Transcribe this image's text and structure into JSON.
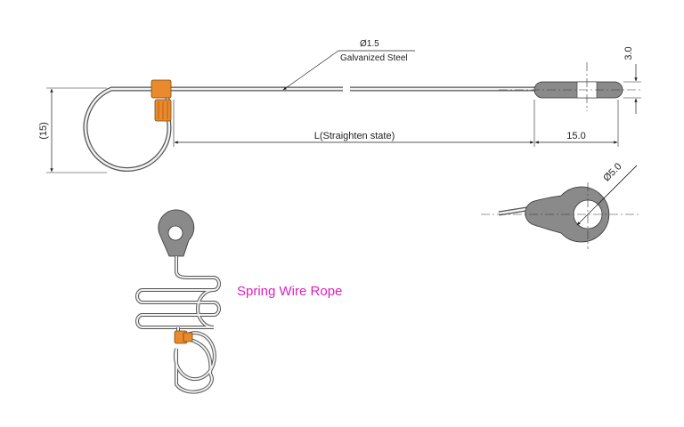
{
  "wire_diameter_label": "Ø1.5",
  "wire_material_label": "Galvanized Steel",
  "loop_height_label": "(15)",
  "length_label": "L(Straighten state)",
  "terminal_length_label": "15.0",
  "terminal_thickness_label": "3.0",
  "hole_diameter_label": "Ø5.0",
  "spring_caption": "Spring Wire Rope",
  "colors": {
    "crimp": "#e98a2c",
    "terminal": "#8a8a8a",
    "caption": "#e020c0",
    "line": "#222222"
  }
}
